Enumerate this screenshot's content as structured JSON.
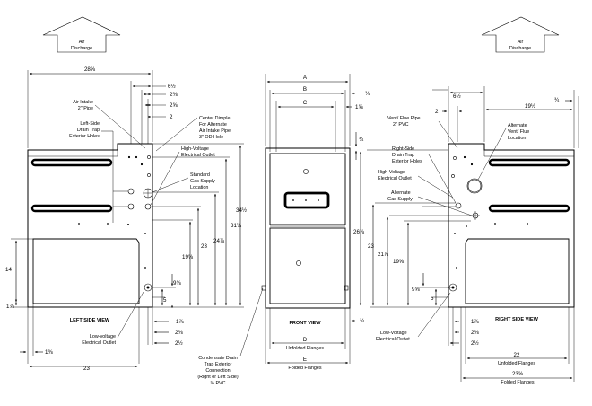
{
  "air_discharge_left": [
    "Air",
    "Discharge"
  ],
  "air_discharge_right": [
    "Air",
    "Discharge"
  ],
  "left_view": {
    "title": "LEFT SIDE VIEW",
    "labels": {
      "air_intake": [
        "Air Intake",
        "2\" Pipe"
      ],
      "drain_trap": [
        "Left-Side",
        "Drain Trap",
        "Exterior Holes"
      ],
      "center_dimple": [
        "Center Dimple",
        "For Alternate",
        "Air Intake Pipe",
        "3\" OD Hole"
      ],
      "high_voltage": [
        "High-Voltage",
        "Electrical Outlet"
      ],
      "gas_supply": [
        "Standard",
        "Gas Supply",
        "Location"
      ],
      "low_voltage": [
        "Low-voltage",
        "Electrical Outlet"
      ]
    },
    "dims": {
      "overall_width": "28⅝",
      "top1": "6½",
      "top2": "2⅜",
      "top3": "2⅝",
      "top4": "2",
      "height_34": "34½",
      "height_31": "31⅛",
      "height_24": "24⅞",
      "height_23": "23",
      "height_19": "19⅝",
      "height_9": "9⅝",
      "height_5": "5",
      "height_14": "14",
      "height_1": "1⅞",
      "bot1": "1⅞",
      "bot2": "2⅜",
      "bot3": "2½",
      "bot_left": "1⅜",
      "bot_width": "23"
    }
  },
  "front_view": {
    "title": "FRONT VIEW",
    "dims": {
      "A": "A",
      "B": "B",
      "C": "C",
      "b_off": "¾",
      "c_off": "1⅝",
      "top_small": "¾",
      "bot_small": "¾",
      "D": "D",
      "E": "E"
    },
    "flange_d": "Unfolded Flanges",
    "flange_e": "Folded Flanges",
    "drain_note": [
      "Condensate Drain",
      "Trap Exterior",
      "Connection",
      "(Right or Left Side)",
      "¾ PVC"
    ]
  },
  "right_view": {
    "title": "RIGHT SIDE VIEW",
    "labels": {
      "vent_pipe": [
        "Vent/ Flue Pipe",
        "2\" PVC"
      ],
      "alt_vent": [
        "Alternate",
        "Vent/ Flue",
        "Location"
      ],
      "drain_trap": [
        "Right-Side",
        "Drain Trap",
        "Exterior Holes"
      ],
      "high_voltage": [
        "High-Voltage",
        "Electrical Outlet"
      ],
      "alt_gas": [
        "Alternate",
        "Gas Supply"
      ],
      "low_voltage": [
        "Low-Voltage",
        "Electrical Outlet"
      ]
    },
    "dims": {
      "top2": "2",
      "top6": "6½",
      "top19": "19½",
      "top_r": "¾",
      "height_26": "26⅞",
      "height_23": "23",
      "height_21": "21⅞",
      "height_19": "19⅝",
      "height_9": "9⅝",
      "height_5": "5",
      "bot1": "1⅞",
      "bot2": "2⅜",
      "bot3": "2½",
      "w22": "22",
      "w22_label": "Unfolded Flanges",
      "w23": "23⅝",
      "w23_label": "Folded Flanges"
    }
  }
}
